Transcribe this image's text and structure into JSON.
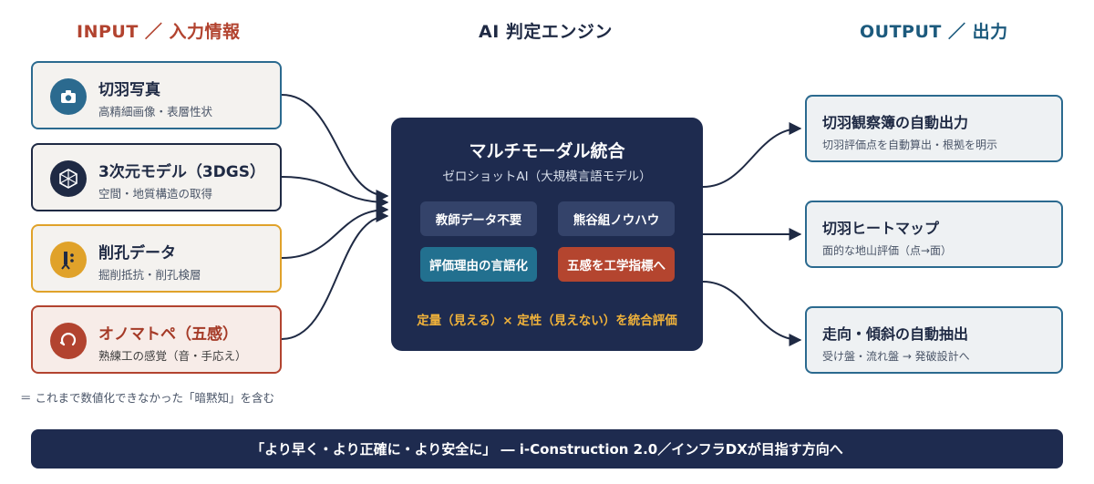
{
  "headers": {
    "input": "INPUT ／ 入力情報",
    "engine": "AI 判定エンジン",
    "output": "OUTPUT ／ 出力"
  },
  "inputs": [
    {
      "title": "切羽写真",
      "subtitle": "高精細画像・表層性状",
      "icon": "camera-icon",
      "color": "#2b6a8f"
    },
    {
      "title": "3次元モデル（3DGS）",
      "subtitle": "空間・地質構造の取得",
      "icon": "cube-icon",
      "color": "#1f2a44"
    },
    {
      "title": "削孔データ",
      "subtitle": "掘削抵抗・削孔検層",
      "icon": "drill-icon",
      "color": "#e0a22a"
    },
    {
      "title": "オノマトペ（五感）",
      "subtitle": "熟練工の感覚（音・手応え）",
      "icon": "sound-wave-icon",
      "color": "#b2432f"
    }
  ],
  "note": "＝ これまで数値化できなかった「暗黙知」を含む",
  "engine": {
    "title": "マルチモーダル統合",
    "subtitle": "ゼロショットAI（大規模言語モデル）",
    "pills": [
      "教師データ不要",
      "熊谷組ノウハウ",
      "評価理由の言語化",
      "五感を工学指標へ"
    ],
    "footer": "定量（見える）× 定性（見えない）を統合評価"
  },
  "outputs": [
    {
      "title": "切羽観察簿の自動出力",
      "subtitle": "切羽評価点を自動算出・根拠を明示"
    },
    {
      "title": "切羽ヒートマップ",
      "subtitle": "面的な地山評価（点→面）"
    },
    {
      "title": "走向・傾斜の自動抽出",
      "subtitle": "受け盤・流れ盤 → 発破設計へ"
    }
  ],
  "banner": "「より早く・より正確に・より安全に」 ― i-Construction 2.0／インフラDXが目指す方向へ"
}
